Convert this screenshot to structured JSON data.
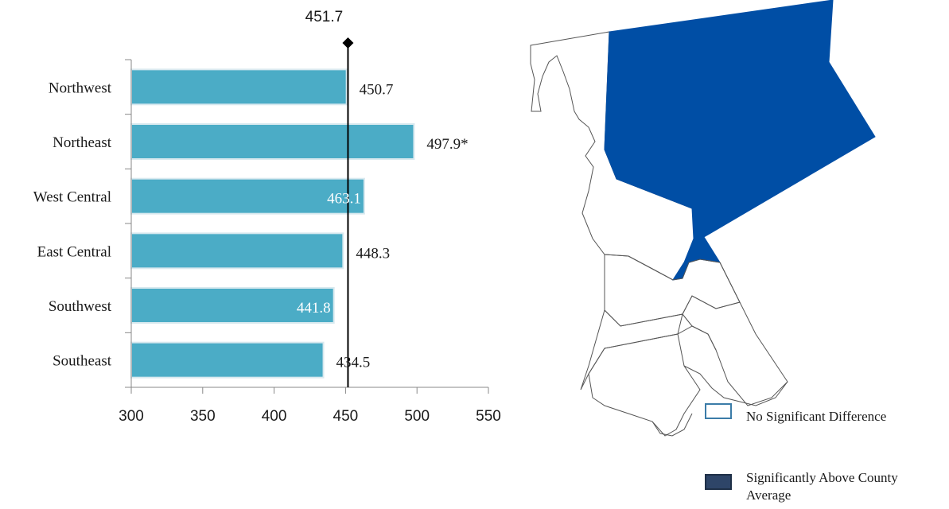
{
  "chart_data": {
    "type": "bar",
    "orientation": "horizontal",
    "categories": [
      "Northwest",
      "Northeast",
      "West Central",
      "East Central",
      "Southwest",
      "Southeast"
    ],
    "values": [
      450.7,
      497.9,
      463.1,
      448.3,
      441.8,
      434.5
    ],
    "value_labels": [
      "450.7",
      "497.9*",
      "463.1",
      "448.3",
      "441.8",
      "434.5"
    ],
    "xlim": [
      300,
      550
    ],
    "xticks": [
      300,
      350,
      400,
      450,
      500,
      550
    ],
    "reference_line": {
      "value": 451.7,
      "label": "451.7"
    },
    "grid": false,
    "colors": {
      "bar": "#4bacc6",
      "bar_edge": "#d8e9ef",
      "axis": "#888888",
      "reference": "#000000"
    }
  },
  "map": {
    "colors": {
      "highlight": "#004ea5",
      "outline": "#555555",
      "fill": "#ffffff"
    },
    "regions": [
      "Northwest",
      "Northeast",
      "West Central",
      "East Central",
      "Southwest",
      "Southeast"
    ],
    "highlighted_region": "Northeast"
  },
  "legend": [
    {
      "label": "No Significant Difference",
      "swatch_fill": "#ffffff",
      "swatch_border": "#3b7ca8"
    },
    {
      "label": "Significantly Above County Average",
      "label_line1": "Significantly Above County",
      "label_line2": "Average",
      "swatch_fill": "#2e4568",
      "swatch_border": "#1f3048"
    }
  ]
}
